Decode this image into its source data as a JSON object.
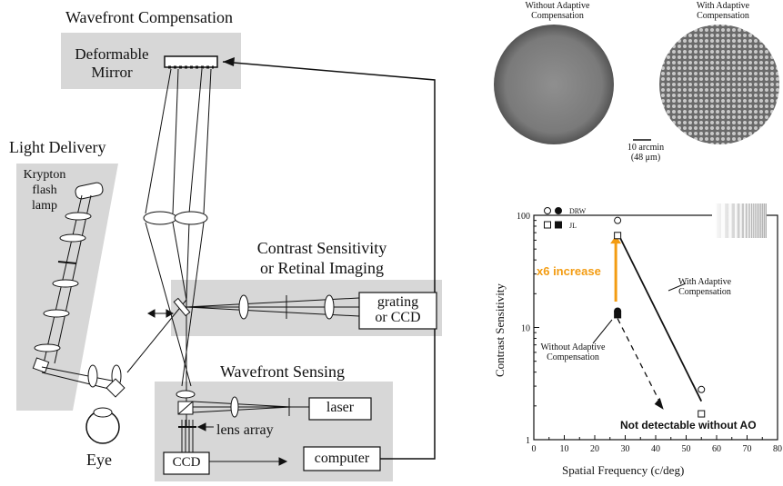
{
  "colors": {
    "panel": "#d7d7d7",
    "accent": "#f39c12",
    "ink": "#111111",
    "disk": "#8a8a8a"
  },
  "optics": {
    "sections": {
      "wavefront_compensation": "Wavefront Compensation",
      "light_delivery": "Light Delivery",
      "contrast": [
        "Contrast Sensitivity",
        "or Retinal Imaging"
      ],
      "wavefront_sensing": "Wavefront Sensing"
    },
    "components": {
      "deformable_mirror": [
        "Deformable",
        "Mirror"
      ],
      "krypton_lamp": [
        "Krypton",
        "flash",
        "lamp"
      ],
      "grating": [
        "grating",
        "or CCD"
      ],
      "laser": "laser",
      "lens_array": "lens array",
      "ccd": "CCD",
      "computer": "computer",
      "eye": "Eye"
    }
  },
  "retina": {
    "label_left": [
      "Without Adaptive",
      "Compensation"
    ],
    "label_right": [
      "With Adaptive",
      "Compensation"
    ],
    "scale_bar": [
      "10 arcmin",
      "(48 μm)"
    ]
  },
  "chart_data": {
    "type": "scatter",
    "xlabel": "Spatial Frequency (c/deg)",
    "ylabel": "Contrast Sensitivity",
    "xlim": [
      0,
      80
    ],
    "ylim": [
      1,
      100
    ],
    "y_scale": "log",
    "x_ticks": [
      "0",
      "10",
      "20",
      "30",
      "40",
      "50",
      "60",
      "70",
      "80"
    ],
    "y_ticks": [
      "1",
      "10",
      "100"
    ],
    "legend": [
      {
        "name": "DRW",
        "markers": [
          "open circle",
          "filled circle"
        ]
      },
      {
        "name": "JL",
        "markers": [
          "open square",
          "filled square"
        ]
      }
    ],
    "series": [
      {
        "name": "DRW",
        "condition": "with",
        "points": [
          [
            27.5,
            90
          ],
          [
            55,
            2.8
          ]
        ]
      },
      {
        "name": "JL",
        "condition": "with",
        "points": [
          [
            27.5,
            66
          ],
          [
            55,
            1.7
          ]
        ]
      },
      {
        "name": "DRW",
        "condition": "without",
        "points": [
          [
            27.5,
            14
          ]
        ]
      },
      {
        "name": "JL",
        "condition": "without",
        "points": [
          [
            27.5,
            13
          ]
        ]
      }
    ],
    "lines": [
      {
        "condition": "with",
        "style": "solid",
        "from": [
          27.5,
          70
        ],
        "to": [
          55,
          2.2
        ]
      },
      {
        "condition": "without",
        "style": "dashed",
        "from": [
          27.5,
          12
        ],
        "to": [
          42,
          2
        ]
      }
    ],
    "annotations": {
      "with_label": [
        "With Adaptive",
        "Compensation"
      ],
      "without_label": [
        "Without Adaptive",
        "Compensation"
      ],
      "increase": "x6 increase",
      "not_detectable": "Not detectable without AO"
    }
  }
}
